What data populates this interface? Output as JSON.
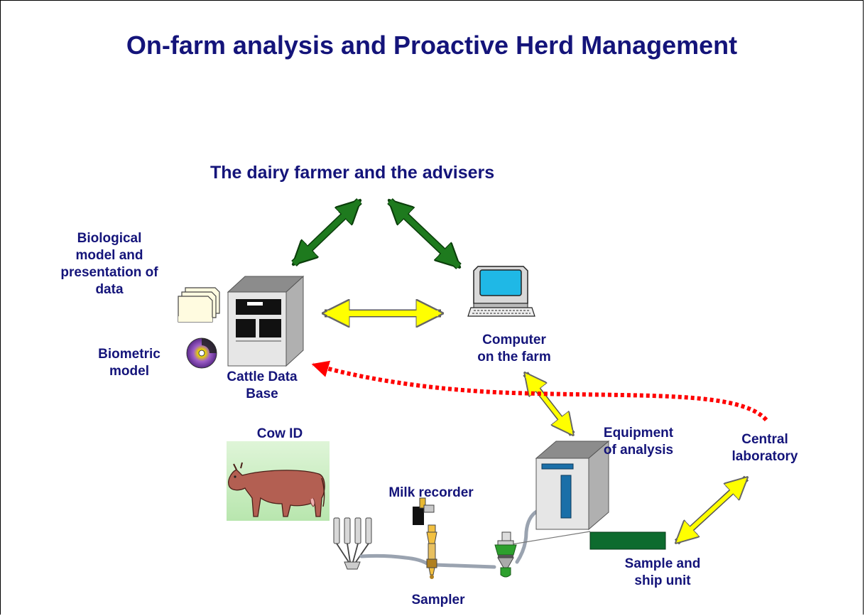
{
  "title": "On-farm analysis and Proactive Herd Management",
  "subtitle": "The dairy farmer and the advisers",
  "labels": {
    "bio_model": [
      "Biological",
      "model and",
      "presentation of",
      "data"
    ],
    "biometric": [
      "Biometric",
      "model"
    ],
    "cattle_db": [
      "Cattle Data",
      "Base"
    ],
    "computer": [
      "Computer",
      "on the farm"
    ],
    "equipment": [
      "Equipment",
      "of analysis"
    ],
    "central_lab": [
      "Central",
      "laboratory"
    ],
    "cow_id": "Cow ID",
    "milk_recorder": "Milk recorder",
    "sampler": "Sampler",
    "sample_ship": [
      "Sample and",
      "ship unit"
    ]
  },
  "colors": {
    "title": "#14147a",
    "green_arrow": "#1e7a1e",
    "yellow_arrow": "#ffff00",
    "red_dotted": "#ff0000",
    "server_body": "#e6e6e6",
    "pipe": "#9aa3b0"
  },
  "icons": [
    "documents-icon",
    "cd-icon",
    "server-icon",
    "computer-icon",
    "cow-icon",
    "milking-cluster-icon",
    "milk-recorder-icon",
    "sampler-icon",
    "analysis-equipment-icon",
    "sample-ship-unit-icon"
  ]
}
